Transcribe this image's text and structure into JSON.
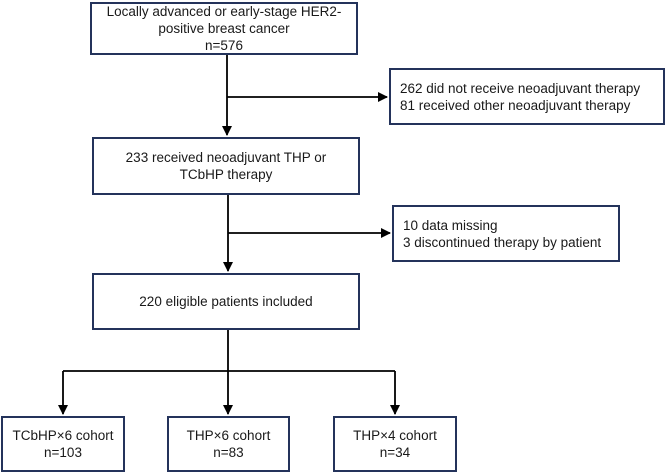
{
  "flowchart": {
    "enrollment_box": {
      "lines": [
        "Locally advanced or early-stage HER2-",
        "positive breast cancer",
        "n=576"
      ]
    },
    "exclusion_box_1": {
      "lines": [
        "262 did not receive neoadjuvant therapy",
        "81 received other neoadjuvant therapy"
      ]
    },
    "treatment_box": {
      "lines": [
        "233 received neoadjuvant THP or",
        "TCbHP therapy"
      ]
    },
    "exclusion_box_2": {
      "lines": [
        "10 data missing",
        "3 discontinued therapy by patient"
      ]
    },
    "eligible_box": {
      "lines": [
        "220 eligible patients included"
      ]
    },
    "cohort_box_1": {
      "lines": [
        "TCbHP×6 cohort",
        "n=103"
      ]
    },
    "cohort_box_2": {
      "lines": [
        "THP×6 cohort",
        "n=83"
      ]
    },
    "cohort_box_3": {
      "lines": [
        "THP×4 cohort",
        "n=34"
      ]
    },
    "colors": {
      "box_border": "#24335b",
      "arrow": "#000000",
      "text": "#191919",
      "background": "#ffffff"
    }
  }
}
